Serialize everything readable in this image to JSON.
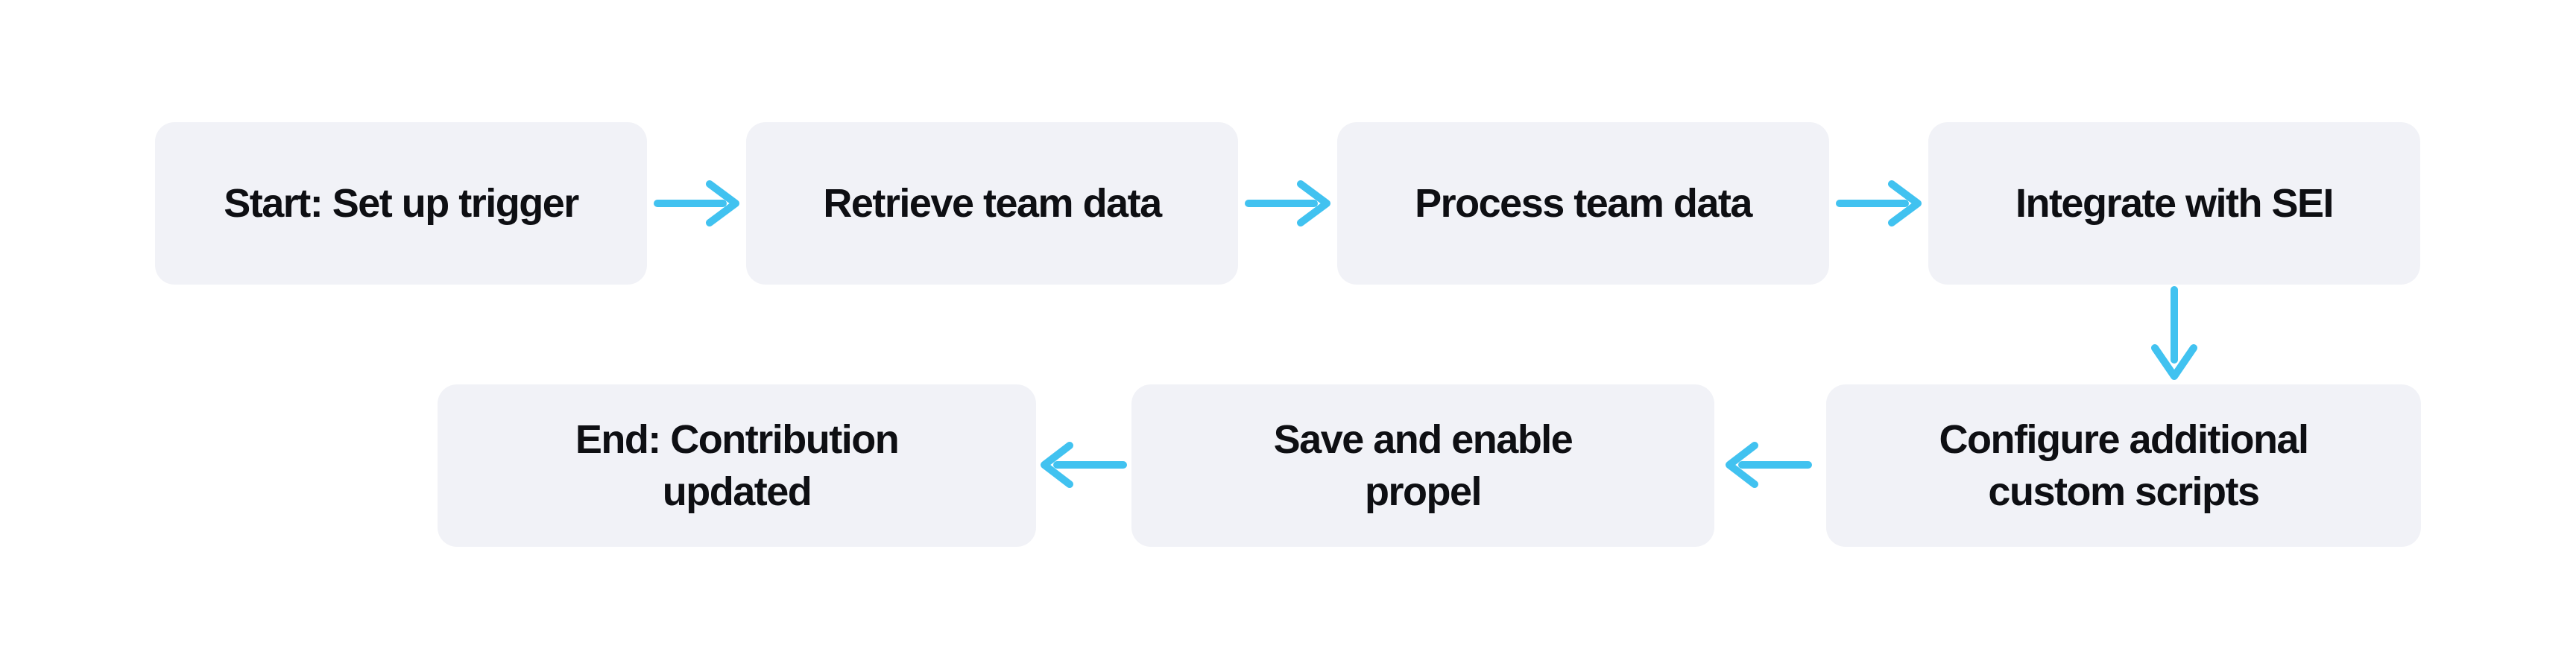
{
  "diagram": {
    "type": "flowchart",
    "theme": {
      "background": "#ffffff",
      "node_fill": "#f1f2f7",
      "node_text": "#0e0f13",
      "arrow": "#41c2f0"
    },
    "nodes": [
      {
        "id": "start",
        "label": "Start: Set up trigger",
        "row": 1
      },
      {
        "id": "retrieve",
        "label": "Retrieve team data",
        "row": 1
      },
      {
        "id": "process",
        "label": "Process team data",
        "row": 1
      },
      {
        "id": "integrate",
        "label": "Integrate with SEI",
        "row": 1
      },
      {
        "id": "configure",
        "label": "Configure additional\ncustom scripts",
        "row": 2
      },
      {
        "id": "save",
        "label": "Save and enable\npropel",
        "row": 2
      },
      {
        "id": "end",
        "label": "End: Contribution\nupdated",
        "row": 2
      }
    ],
    "edges": [
      {
        "from": "start",
        "to": "retrieve",
        "direction": "right"
      },
      {
        "from": "retrieve",
        "to": "process",
        "direction": "right"
      },
      {
        "from": "process",
        "to": "integrate",
        "direction": "right"
      },
      {
        "from": "integrate",
        "to": "configure",
        "direction": "down"
      },
      {
        "from": "configure",
        "to": "save",
        "direction": "left"
      },
      {
        "from": "save",
        "to": "end",
        "direction": "left"
      }
    ]
  }
}
